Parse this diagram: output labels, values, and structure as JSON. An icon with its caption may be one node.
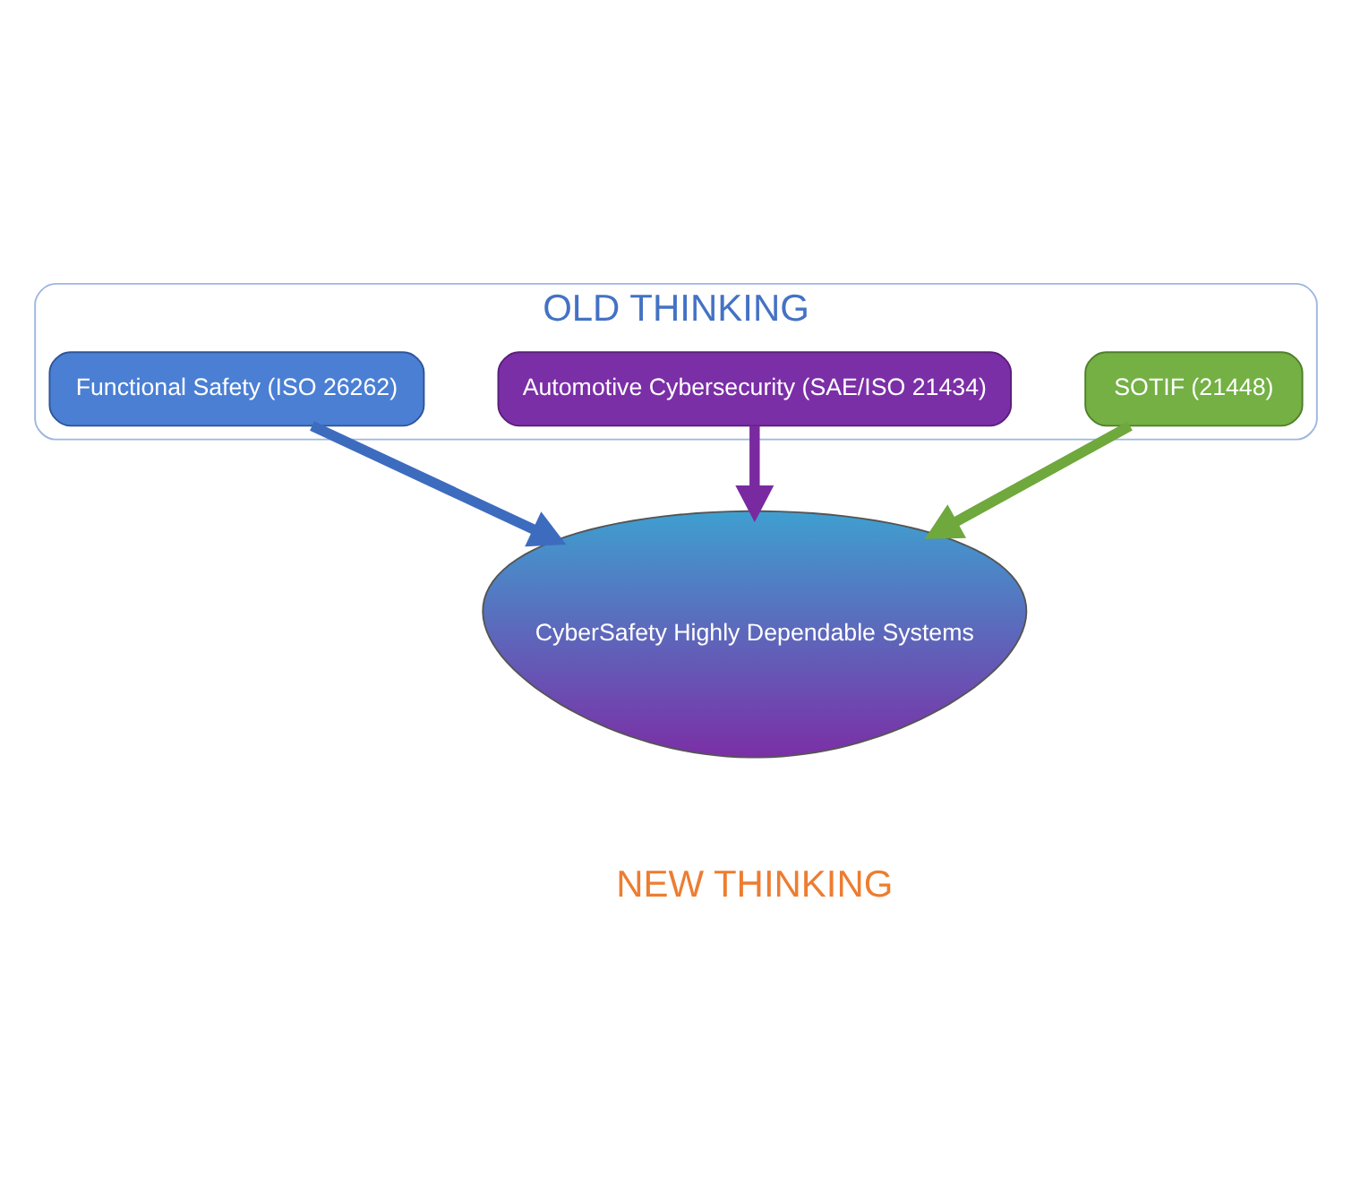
{
  "diagram": {
    "nodes": [
      {
        "text": [
          "OLD THINKING"
        ]
      },
      {
        "text": [
          "Automotive Cybersecurity (SAE/ISO 21434)"
        ],
        "in": 0
      },
      {
        "text": [
          "Functional Safety (ISO 26262)"
        ],
        "in": 0
      },
      {
        "text": [
          "SOTIF (21448)"
        ],
        "in": 0
      },
      {
        "text": [
          "CyberSafety Highly Dependable Systems"
        ],
        "beside": [
          "NEW THINKING"
        ]
      }
    ],
    "edges": [
      {
        "from": 2,
        "to": 4,
        "arrow": "to",
        "color": "#3d6cbf"
      },
      {
        "from": 1,
        "to": 4,
        "arrow": "to",
        "color": "#7a2aa0"
      },
      {
        "from": 3,
        "to": 4,
        "arrow": "to",
        "color": "#6fa83c"
      }
    ]
  }
}
